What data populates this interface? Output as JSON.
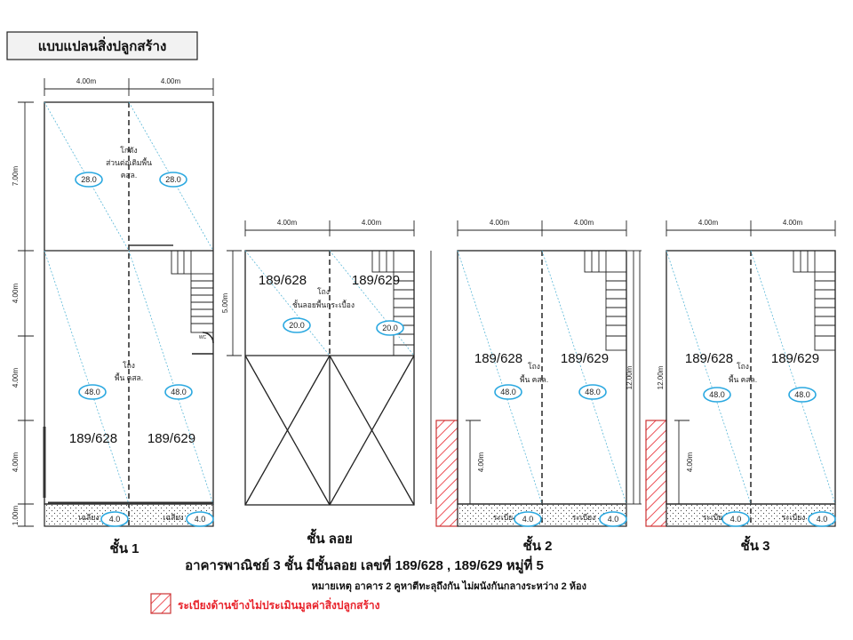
{
  "title": "แบบแปลนสิ่งปลูกสร้าง",
  "dims": {
    "w4": "4.00m",
    "h7": "7.00m",
    "h4": "4.00m",
    "h1": "1.00m",
    "h5": "5.00m",
    "h12": "12.00m"
  },
  "units": {
    "a": "189/628",
    "b": "189/629"
  },
  "floor1": {
    "label": "ชั้น 1",
    "warehouse": [
      "โกดัง",
      "ส่วนต่อเติมพื้น",
      "คสล."
    ],
    "hall": [
      "โถง",
      "พื้น คสล."
    ],
    "porch": "เฉลียง",
    "areas": {
      "warehouse_a": "28.0",
      "warehouse_b": "28.0",
      "hall_a": "48.0",
      "hall_b": "48.0",
      "porch_a": "4.0",
      "porch_b": "4.0"
    },
    "wc": "WC"
  },
  "mezzanine": {
    "label": "ชั้น ลอย",
    "hall": [
      "โถง",
      "ชั้นลอยพื้นกระเบื้อง"
    ],
    "areas": {
      "a": "20.0",
      "b": "20.0"
    }
  },
  "floor2": {
    "label": "ชั้น 2",
    "hall": [
      "โถง",
      "พื้น คสล."
    ],
    "balcony": "ระเบียง",
    "areas": {
      "hall_a": "48.0",
      "hall_b": "48.0",
      "balcony_a": "4.0",
      "balcony_b": "4.0"
    }
  },
  "floor3": {
    "label": "ชั้น 3",
    "hall": [
      "โถง",
      "พื้น คสล."
    ],
    "balcony": "ระเบียง",
    "areas": {
      "hall_a": "48.0",
      "hall_b": "48.0",
      "balcony_a": "4.0",
      "balcony_b": "4.0"
    }
  },
  "caption": "อาคารพาณิชย์ 3 ชั้น มีชั้นลอย เลขที่ 189/628 , 189/629 หมู่ที่ 5",
  "note": "หมายเหตุ อาคาร 2 คูหาตีทะลุถึงกัน ไม่ผนังกันกลางระหว่าง 2 ห้อง",
  "legend": {
    "label": "ระเบียงด้านข้างไม่ประเมินมูลค่าสิ่งปลูกสร้าง",
    "color": "#e8222a"
  }
}
